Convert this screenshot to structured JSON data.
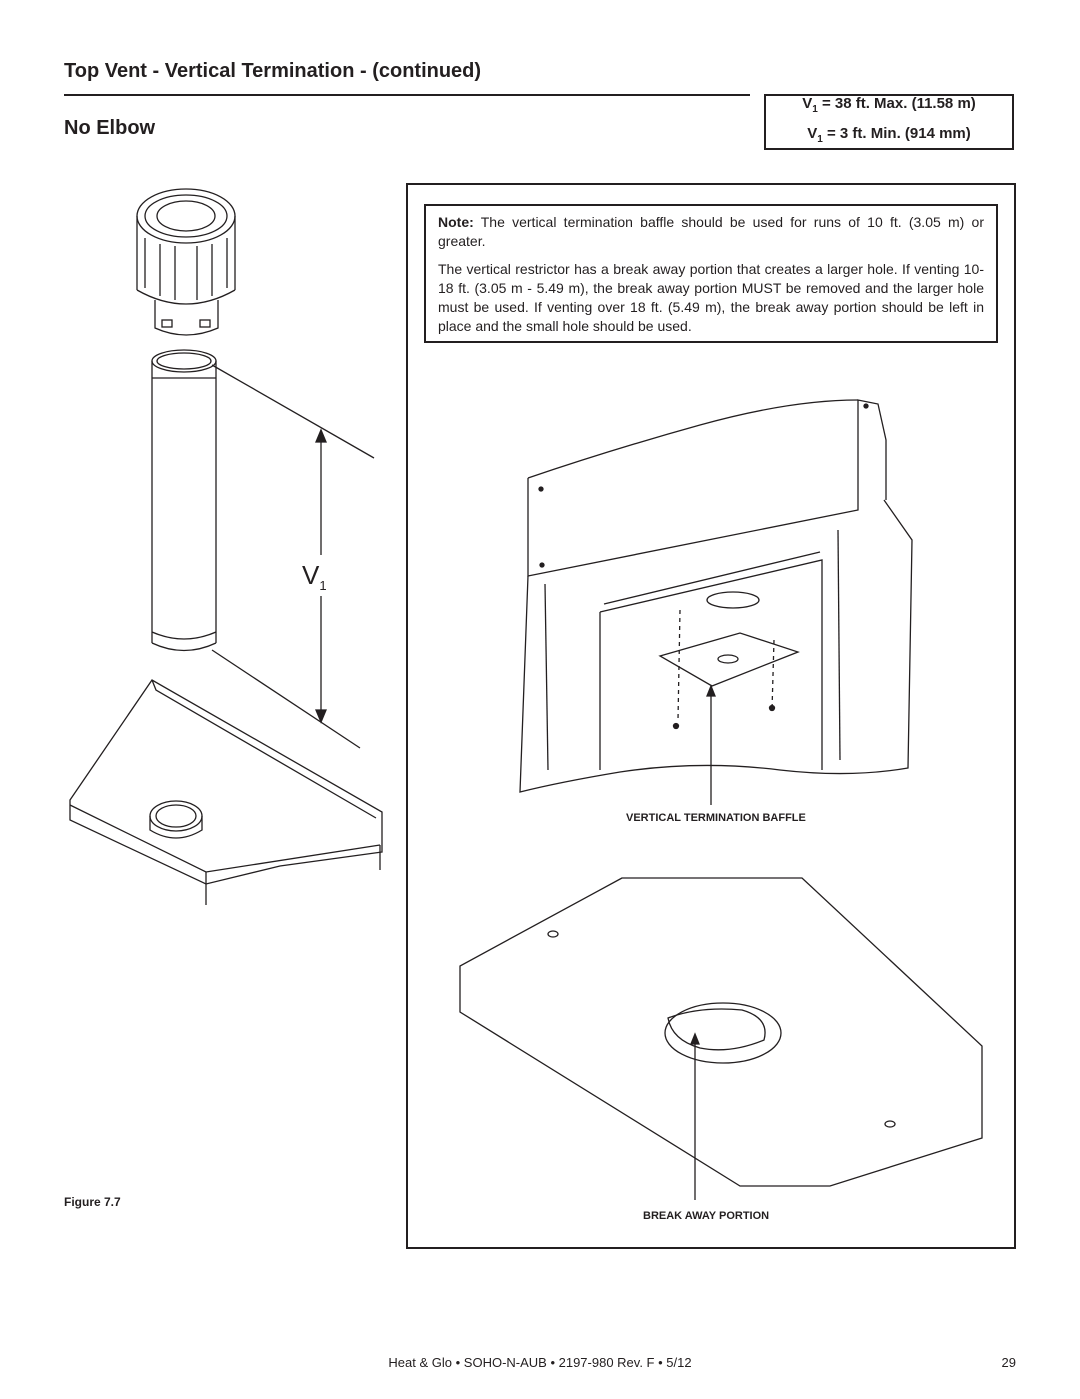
{
  "header": {
    "title": "Top Vent - Vertical Termination - (continued)",
    "subtitle": "No Elbow"
  },
  "spec_box": {
    "line1": {
      "var": "V",
      "sub": "1",
      "text": " = 38 ft. Max. (11.58 m)"
    },
    "line2": {
      "var": "V",
      "sub": "1",
      "text": " = 3 ft. Min. (914 mm)"
    }
  },
  "note": {
    "label": "Note:",
    "text1": " The vertical termination baffle should be used for runs of 10 ft. (3.05 m) or greater.",
    "text2": "The vertical restrictor has a break away portion that creates a larger hole.  If venting 10-18 ft. (3.05 m - 5.49 m), the break away portion MUST be removed and the larger hole must be used.  If venting over 18 ft. (5.49 m), the break away portion should be left in place and the small hole should be used."
  },
  "diagram": {
    "dimension_var": "V",
    "dimension_sub": "1",
    "callout_baffle": "VERTICAL TERMINATION BAFFLE",
    "callout_breakaway": "BREAK AWAY PORTION",
    "caption": "Figure 7.7"
  },
  "footer": {
    "text": "Heat & Glo • SOHO-N-AUB • 2197-980 Rev. F • 5/12",
    "page_number": "29"
  }
}
